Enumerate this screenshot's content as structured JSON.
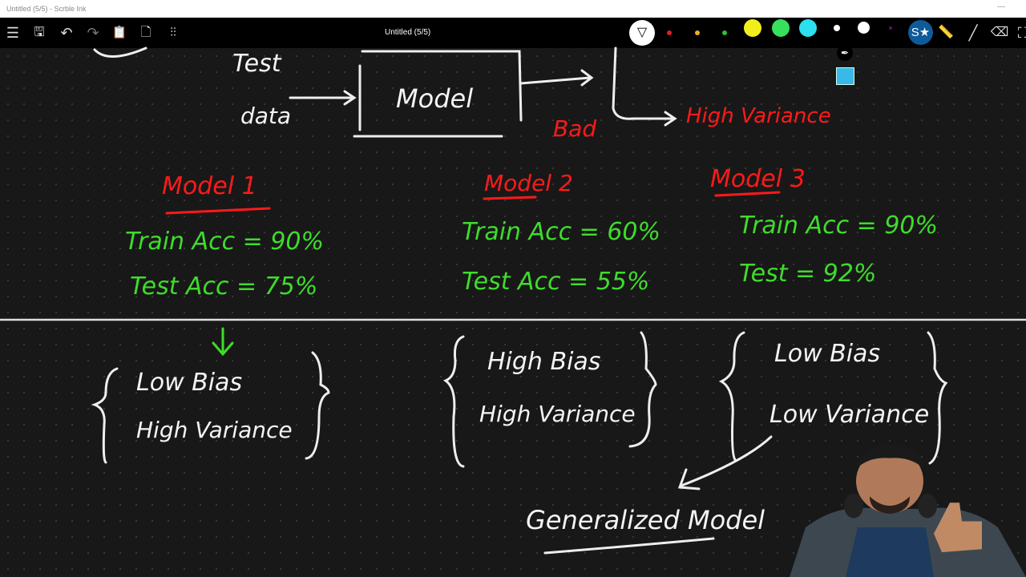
{
  "window": {
    "title": "Untitled (5/5) - Scrble Ink",
    "minimize": "—"
  },
  "toolbar": {
    "doc_title": "Untitled (5/5)",
    "buttons": [
      "menu-icon",
      "save-icon",
      "undo-icon",
      "redo-icon",
      "paste-icon",
      "new-page-icon",
      "settings-sliders-icon"
    ],
    "pen_colors": [
      "#e02020",
      "#f0b020",
      "#30c030",
      "#f2ee1c",
      "#37e05c",
      "#2ce0f0",
      "#ffffff",
      "#ffffff",
      "#5a1070"
    ],
    "active_tool": "smart-ink-icon",
    "accent": "#0e5a9a"
  },
  "board": {
    "top": {
      "test": "Test",
      "data": "data",
      "model": "Model",
      "bad": "Bad",
      "high_variance": "High Variance"
    },
    "models": [
      {
        "title": "Model 1",
        "train": "Train Acc = 90%",
        "test": "Test  Acc = 75%",
        "bias": "Low Bias",
        "variance": "High Variance"
      },
      {
        "title": "Model 2",
        "train": "Train Acc = 60%",
        "test": "Test Acc = 55%",
        "bias": "High Bias",
        "variance": "High Variance"
      },
      {
        "title": "Model 3",
        "train": "Train Acc = 90%",
        "test": "Test  =  92%",
        "bias": "Low Bias",
        "variance": "Low Variance"
      }
    ],
    "generalized": "Generalized Model",
    "colors": {
      "white": "#f4f4f4",
      "red": "#ff1a1a",
      "green": "#3fdc2c"
    }
  }
}
